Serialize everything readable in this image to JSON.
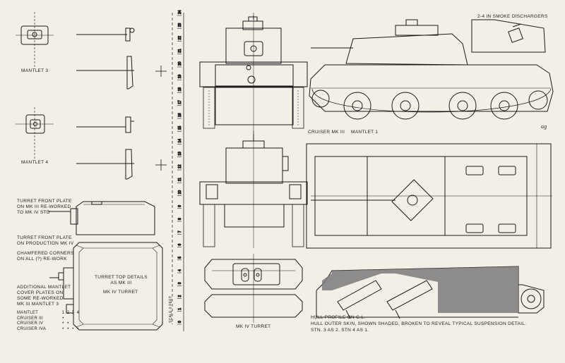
{
  "labels": {
    "mantlet3": "MANTLET 3",
    "mantlet4": "MANTLET 4",
    "turret_front_reworked": [
      "TURRET FRONT PLATE",
      "ON MK III RE-WORKED",
      "TO MK IV STD"
    ],
    "turret_front_production": [
      "TURRET FRONT PLATE",
      "ON PRODUCTION MK IV"
    ],
    "chamfered": [
      "CHAMFERED CORNERS",
      "ON ALL (?) RE-WORK"
    ],
    "additional_mantlet": [
      "ADDITIONAL MANTLET",
      "COVER PLATES ON",
      "SOME RE-WORKED",
      "MK III MANTLET 3"
    ],
    "turret_top_details": [
      "TURRET TOP DETAILS",
      "AS MK III"
    ],
    "mk4_turret_inner": "MK IV TURRET",
    "mk4_turret_caption": "MK IV TURRET",
    "smoke_dischargers": "2-4 IN SMOKE DISCHARGERS",
    "cruiser_mk3": "CRUISER MK III",
    "mantlet1": "MANTLET 1",
    "initials": "ag",
    "hull_notes": [
      "HULL PROFILE ON C.L.",
      "HULL OUTER SKIN, SHOWN SHADED, BROKEN TO REVEAL TYPICAL SUSPENSION DETAIL.",
      "STN. 3 AS 2.  STN 4 AS 1."
    ],
    "scale_caption": "Scale  0 Feet"
  },
  "mantlet_table": {
    "header": [
      "MANTLET",
      "1",
      "2",
      "3",
      "4"
    ],
    "rows": [
      [
        "CRUISER III",
        "•",
        "",
        "",
        ""
      ],
      [
        "CRUISER IV",
        "•",
        "•",
        "",
        ""
      ],
      [
        "CRUISER IVA",
        "•",
        "•",
        "•",
        "•"
      ]
    ]
  },
  "scale": {
    "ticks": [
      "0",
      "1",
      "2",
      "3",
      "4",
      "5",
      "6",
      "7",
      "8",
      "9",
      "10",
      "11",
      "12",
      "13",
      "14",
      "15",
      "16",
      "17",
      "18",
      "19",
      "20",
      "21",
      "22",
      "23",
      "24"
    ]
  },
  "colors": {
    "paper": "#f3efe6",
    "ink": "#1a1a1a",
    "shade": "#7a7a7a"
  }
}
